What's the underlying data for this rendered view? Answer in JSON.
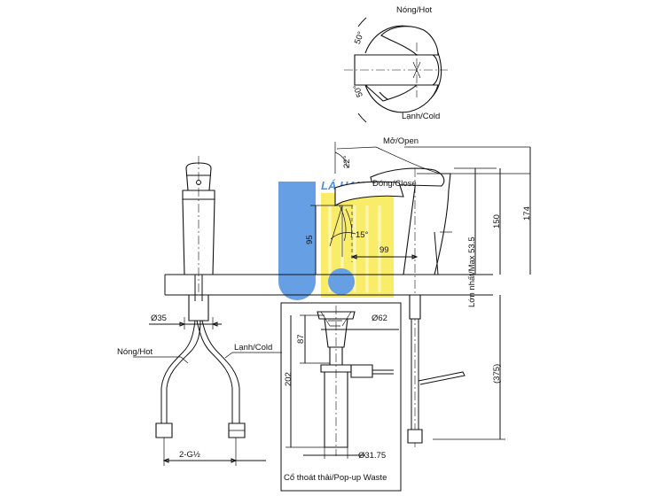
{
  "colors": {
    "line": "#111111",
    "watermark_blue": "#4d8fe0",
    "watermark_yellow": "#f7e94f",
    "watermark_text": "#2f7fd8"
  },
  "watermark": {
    "text": "LÁ HAU"
  },
  "top_view": {
    "hot_label": "Nóng/Hot",
    "cold_label": "Lạnh/Cold",
    "angle_top": "50°",
    "angle_bottom": "50°"
  },
  "side_view": {
    "open_label": "Mở/Open",
    "close_label": "Đóng/Close",
    "angle_open": "22°",
    "angle_spout": "15°",
    "dim_99": "99",
    "dim_95": "95",
    "dim_max": "Lớn nhất/Max 53.5",
    "dim_150": "150",
    "dim_174": "174",
    "dim_375": "(375)"
  },
  "front_view": {
    "dia_35": "Ø35",
    "hot_label": "Nóng/Hot",
    "cold_label": "Lạnh/Cold",
    "thread": "2-G½"
  },
  "waste": {
    "dia_62": "Ø62",
    "dim_87": "87",
    "dim_202": "202",
    "dia_3175": "Ø31.75",
    "caption": "Cổ thoát thải/Pop-up Waste"
  }
}
